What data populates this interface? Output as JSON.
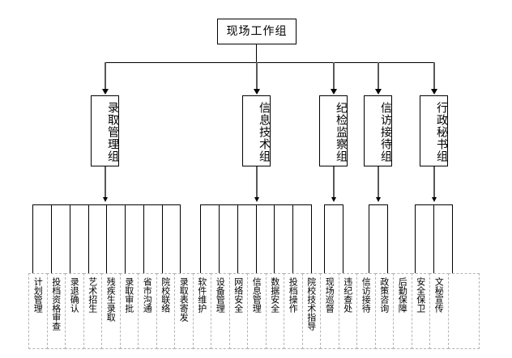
{
  "diagram": {
    "type": "organizational-chart",
    "root": {
      "label": "现场工作组"
    },
    "departments": [
      {
        "id": "enrollment-management",
        "label": "录取管理组"
      },
      {
        "id": "information-technology",
        "label": "信息技术组"
      },
      {
        "id": "discipline-inspection",
        "label": "纪检监察组"
      },
      {
        "id": "petition-reception",
        "label": "信访接待组"
      },
      {
        "id": "administrative-secretary",
        "label": "行政秘书组"
      }
    ],
    "leaves": [
      {
        "group": "enrollment-management",
        "label": "计划管理"
      },
      {
        "group": "enrollment-management",
        "label": "投档资格审查"
      },
      {
        "group": "enrollment-management",
        "label": "录退确认"
      },
      {
        "group": "enrollment-management",
        "label": "艺术招生"
      },
      {
        "group": "enrollment-management",
        "label": "残疾生录取"
      },
      {
        "group": "enrollment-management",
        "label": "录取审批"
      },
      {
        "group": "enrollment-management",
        "label": "省市沟通"
      },
      {
        "group": "enrollment-management",
        "label": "院校联络"
      },
      {
        "group": "enrollment-management",
        "label": "录取表寄发"
      },
      {
        "group": "information-technology",
        "label": "软件维护"
      },
      {
        "group": "information-technology",
        "label": "设备管理"
      },
      {
        "group": "information-technology",
        "label": "网络安全"
      },
      {
        "group": "information-technology",
        "label": "信息管理"
      },
      {
        "group": "information-technology",
        "label": "数据安全"
      },
      {
        "group": "information-technology",
        "label": "投档操作"
      },
      {
        "group": "information-technology",
        "label": "院校技术指导"
      },
      {
        "group": "discipline-inspection",
        "label": "现场巡督"
      },
      {
        "group": "discipline-inspection",
        "label": "违纪查处"
      },
      {
        "group": "petition-reception",
        "label": "信访接待"
      },
      {
        "group": "petition-reception",
        "label": "政策咨询"
      },
      {
        "group": "administrative-secretary",
        "label": "后勤保障"
      },
      {
        "group": "administrative-secretary",
        "label": "安全保卫"
      },
      {
        "group": "administrative-secretary",
        "label": "文秘宣传"
      },
      {
        "group": "",
        "label": ""
      }
    ],
    "colors": {
      "line": "#000000",
      "arrow_stem": "#595959",
      "leaf_border": "#b4b4b4",
      "background": "#ffffff"
    }
  }
}
